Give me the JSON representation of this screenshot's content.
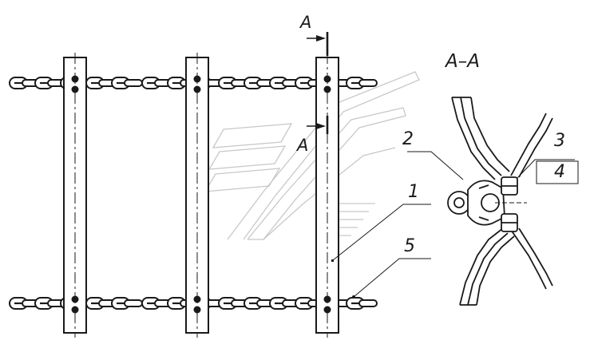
{
  "drawing": {
    "section_marker_top": "A",
    "section_marker_bottom": "A",
    "section_title": "A–A",
    "callouts": [
      "1",
      "2",
      "3",
      "4",
      "5"
    ]
  },
  "colors": {
    "line": "#1a1a1a",
    "watermark": "#c8c8c8",
    "background": "#ffffff"
  }
}
